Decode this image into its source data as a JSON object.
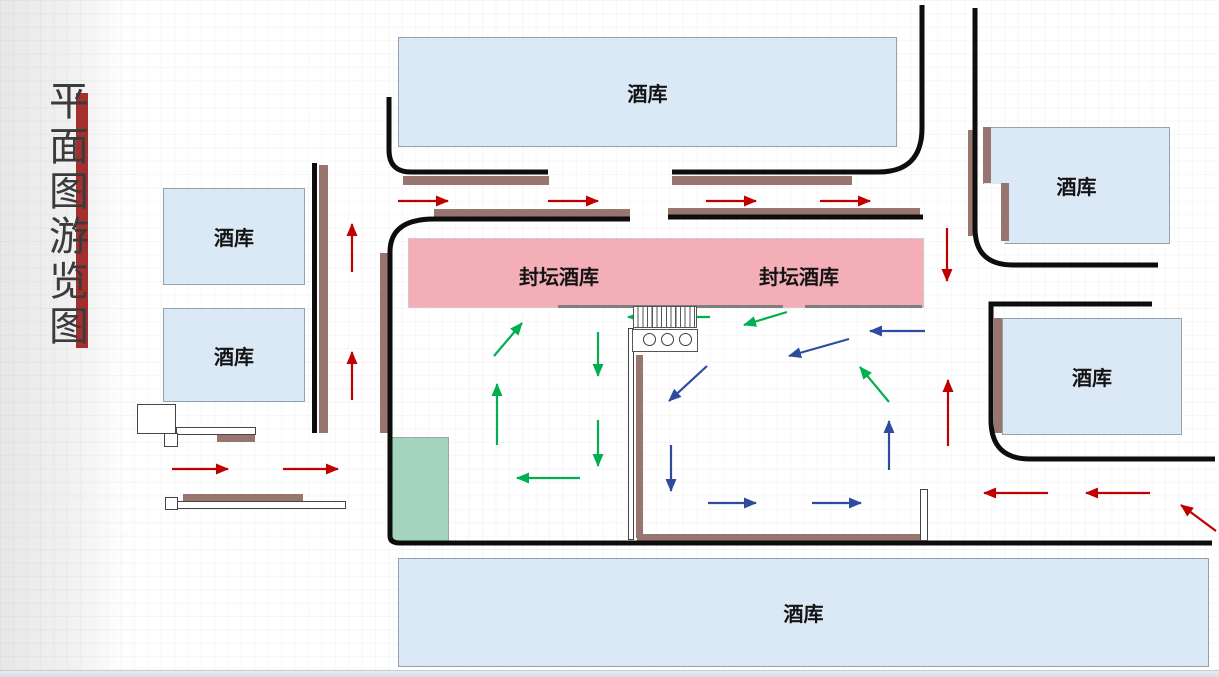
{
  "title": {
    "text": "平面图游览图"
  },
  "labels": {
    "wine_warehouse": "酒库",
    "sealed_jar_wine_warehouse": "封坛酒库"
  },
  "colors": {
    "building_fill": "#dbe9f6",
    "sealed_warehouse_fill": "#f3aeb7",
    "green_area_fill": "#a5d4be",
    "walkway_brown": "#997570",
    "road_black": "#0d0d0d",
    "route_red": "#c00000",
    "route_green": "#00b050",
    "route_blue": "#2e4b9e",
    "title_bar": "#a32f2e"
  },
  "routes": {
    "red": [
      [
        398,
        201,
        448,
        201
      ],
      [
        548,
        201,
        598,
        201
      ],
      [
        706,
        201,
        756,
        201
      ],
      [
        820,
        201,
        870,
        201
      ],
      [
        947,
        228,
        947,
        281
      ],
      [
        352,
        272,
        352,
        224
      ],
      [
        352,
        400,
        352,
        352
      ],
      [
        172,
        469,
        228,
        469
      ],
      [
        283,
        469,
        338,
        469
      ],
      [
        948,
        446,
        948,
        380
      ],
      [
        1048,
        493,
        984,
        493
      ],
      [
        1150,
        493,
        1086,
        493
      ],
      [
        1216,
        531,
        1181,
        505
      ]
    ],
    "green": [
      [
        710,
        317,
        628,
        317
      ],
      [
        787,
        312,
        744,
        325
      ],
      [
        497,
        445,
        497,
        384
      ],
      [
        494,
        356,
        522,
        323
      ],
      [
        598,
        332,
        598,
        376
      ],
      [
        598,
        420,
        598,
        466
      ],
      [
        580,
        478,
        517,
        478
      ],
      [
        889,
        402,
        860,
        367
      ]
    ],
    "blue": [
      [
        925,
        331,
        870,
        331
      ],
      [
        849,
        339,
        789,
        356
      ],
      [
        707,
        366,
        669,
        401
      ],
      [
        671,
        445,
        671,
        491
      ],
      [
        708,
        503,
        756,
        503
      ],
      [
        812,
        503,
        861,
        503
      ],
      [
        889,
        470,
        889,
        421
      ]
    ]
  }
}
